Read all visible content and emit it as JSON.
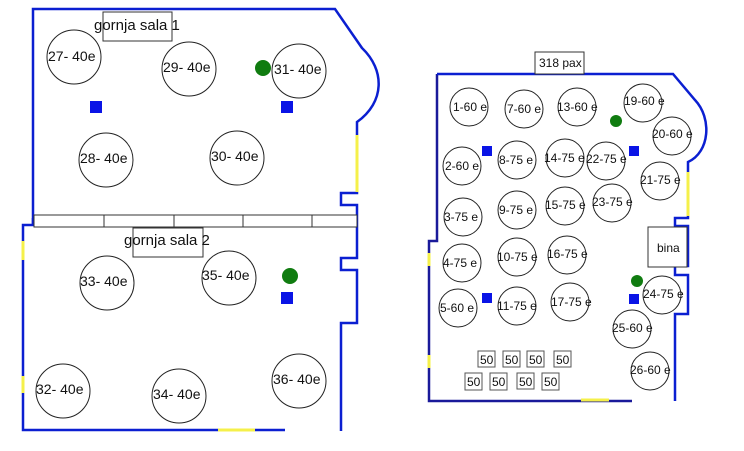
{
  "halls": {
    "upper_1": {
      "label": "gornja sala 1"
    },
    "upper_2": {
      "label": "gornja sala 2"
    },
    "main": {
      "capacity_label": "318 pax",
      "stage_label": "bina"
    }
  },
  "tables_upper_1": [
    {
      "label": "27- 40e"
    },
    {
      "label": "29- 40e"
    },
    {
      "label": "31- 40e"
    },
    {
      "label": "28- 40e"
    },
    {
      "label": "30- 40e"
    }
  ],
  "tables_upper_2": [
    {
      "label": "33- 40e"
    },
    {
      "label": "35- 40e"
    },
    {
      "label": "32- 40e"
    },
    {
      "label": "34- 40e"
    },
    {
      "label": "36- 40e"
    }
  ],
  "tables_main": [
    {
      "label": "1-60 e"
    },
    {
      "label": "2-60 e"
    },
    {
      "label": "3-75 e"
    },
    {
      "label": "4-75 e"
    },
    {
      "label": "5-60 e"
    },
    {
      "label": "7-60 e"
    },
    {
      "label": "8-75 e"
    },
    {
      "label": "9-75 e"
    },
    {
      "label": "10-75 e"
    },
    {
      "label": "11-75 e"
    },
    {
      "label": "13-60 e"
    },
    {
      "label": "14-75 e"
    },
    {
      "label": "15-75 e"
    },
    {
      "label": "16-75 e"
    },
    {
      "label": "17-75 e"
    },
    {
      "label": "19-60 e"
    },
    {
      "label": "20-60 e"
    },
    {
      "label": "21-75 e"
    },
    {
      "label": "22-75 e"
    },
    {
      "label": "23-75 e"
    },
    {
      "label": "24-75 e"
    },
    {
      "label": "25-60 e"
    },
    {
      "label": "26-60 e"
    }
  ],
  "small_tables": [
    {
      "label": "50"
    },
    {
      "label": "50"
    },
    {
      "label": "50"
    },
    {
      "label": "50"
    },
    {
      "label": "50"
    },
    {
      "label": "50"
    },
    {
      "label": "50"
    },
    {
      "label": "50"
    }
  ],
  "legend_colors": {
    "wall": "#0b1fd1",
    "door": "#f5f04a",
    "plant": "#107c10",
    "speaker": "#0a14e6"
  }
}
